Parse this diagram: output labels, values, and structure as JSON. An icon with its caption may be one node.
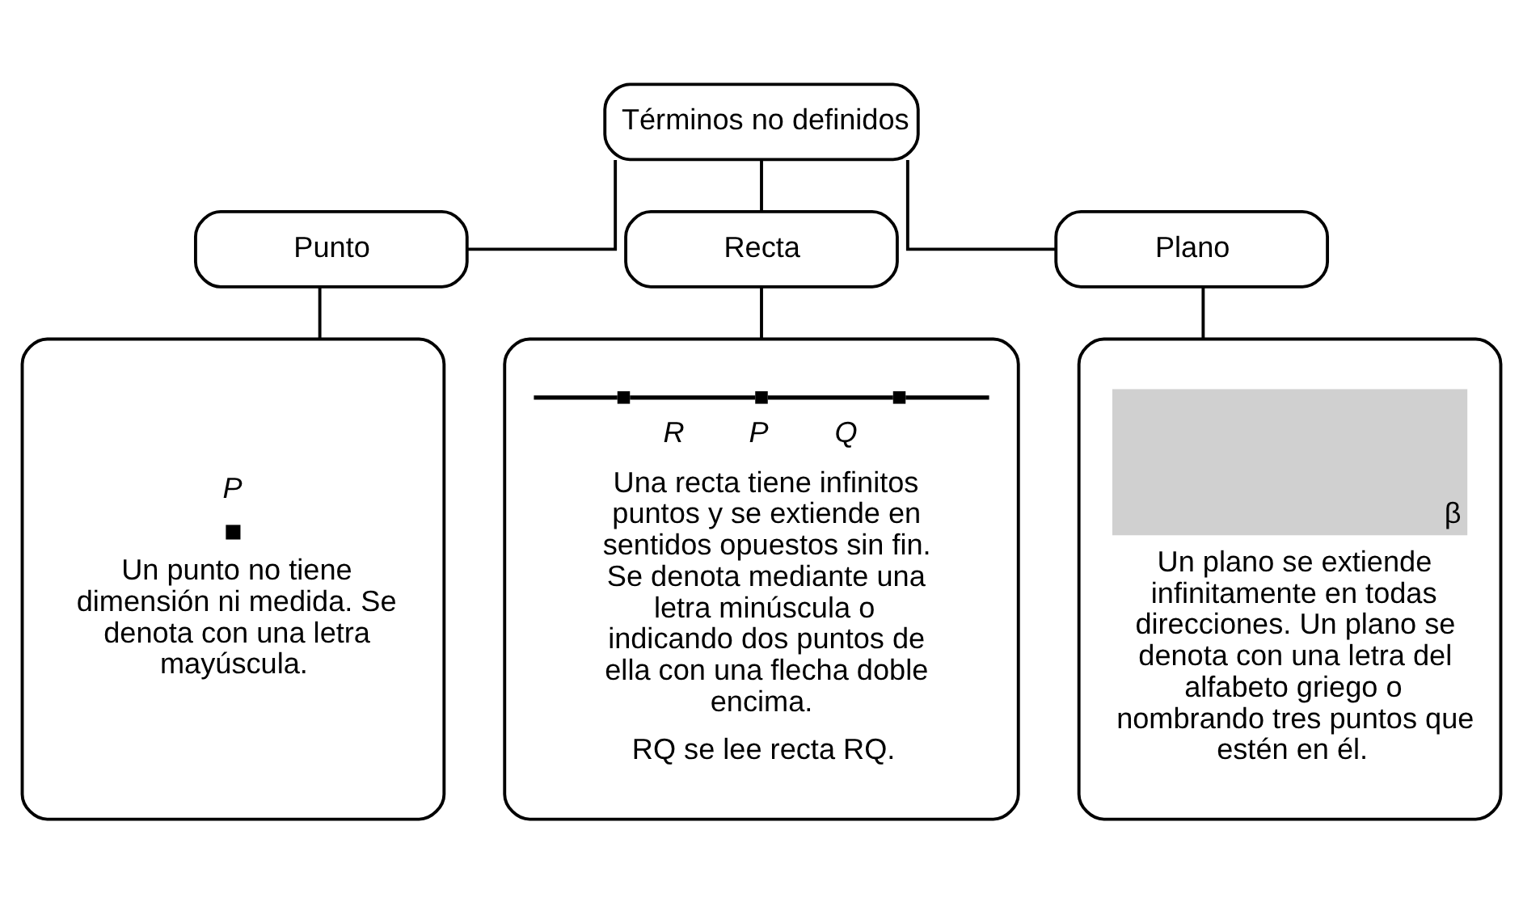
{
  "diagram": {
    "nodes": [
      {
        "text": [
          "Términos no definidos"
        ]
      },
      {
        "text": [
          "Punto"
        ]
      },
      {
        "text": [
          "Recta"
        ]
      },
      {
        "text": [
          "Plano"
        ]
      },
      {
        "text": [
          "P",
          "Un punto no tiene dimensión ni medida. Se denota con una letra mayúscula."
        ]
      },
      {
        "text": [
          "R",
          "P",
          "Q",
          "Una recta tiene infinitos puntos y se extiende en sentidos opuestos sin fin. Se denota mediante una letra minúscula o indicando dos puntos de ella con una flecha doble encima.",
          "RQ se lee recta RQ."
        ]
      },
      {
        "text": [
          "β",
          "Un plano se extiende infinitamente en todas direcciones. Un plano se denota con una letra del alfabeto griego o nombrando tres puntos que estén en él."
        ]
      }
    ],
    "edges": [
      {
        "from": 0,
        "to": 1,
        "arrow": "none"
      },
      {
        "from": 0,
        "to": 2,
        "arrow": "none"
      },
      {
        "from": 0,
        "to": 3,
        "arrow": "none"
      },
      {
        "from": 1,
        "to": 4,
        "arrow": "none"
      },
      {
        "from": 2,
        "to": 5,
        "arrow": "none"
      },
      {
        "from": 3,
        "to": 6,
        "arrow": "none"
      }
    ]
  }
}
